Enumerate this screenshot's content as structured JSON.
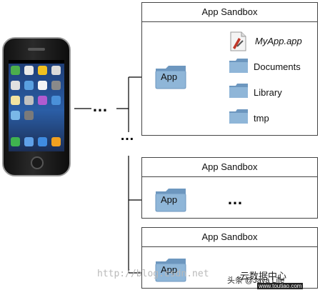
{
  "sandboxes": [
    {
      "title": "App Sandbox",
      "folder": "App",
      "items": [
        {
          "label": "MyApp.app",
          "icon": "app-bundle-icon"
        },
        {
          "label": "Documents",
          "icon": "folder-icon"
        },
        {
          "label": "Library",
          "icon": "folder-icon"
        },
        {
          "label": "tmp",
          "icon": "folder-icon"
        }
      ]
    },
    {
      "title": "App Sandbox",
      "folder": "App",
      "ellipsis": "…"
    },
    {
      "title": "App Sandbox",
      "folder": "App"
    }
  ],
  "connector": {
    "ellipsis_horizontal": "…",
    "ellipsis_vertical": "⋮"
  },
  "watermark": {
    "text": "http://blog.csdn.net",
    "overlay": "云数据中心",
    "brand": "头条 @Java Life",
    "url": "www.toutiao.com"
  },
  "colors": {
    "folder": "#8fb6d8",
    "folder_dark": "#6d97bf",
    "line": "#000000"
  }
}
